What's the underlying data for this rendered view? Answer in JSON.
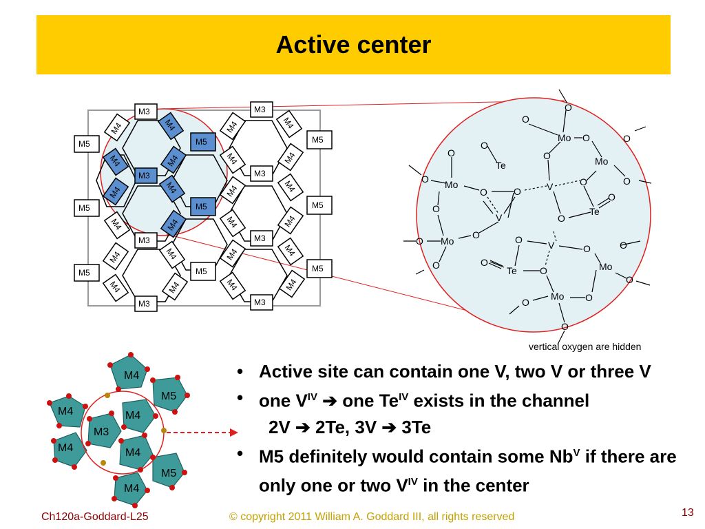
{
  "title": "Active center",
  "lattice": {
    "m3": "M3",
    "m4": "M4",
    "m5": "M5"
  },
  "atoms": {
    "mo": "Mo",
    "o": "O",
    "v": "V",
    "te": "Te"
  },
  "caption": "vertical oxygen are hidden",
  "polyhedra": [
    "M4",
    "M5",
    "M4",
    "M3",
    "M4",
    "M4",
    "M4",
    "M5",
    "M4"
  ],
  "bullets": {
    "b1": "Active site can contain one V, two V or three V",
    "b2_a": "one V",
    "b2_sup1": "IV",
    "b2_arrow": " ➔ one Te",
    "b2_sup2": "IV",
    "b2_b": " exists in the channel",
    "b2_sub": "2V ➔ 2Te, 3V ➔ 3Te",
    "b3_a": "M5 definitely would contain some Nb",
    "b3_sup1": "V",
    "b3_b": " if there are only one or two V",
    "b3_sup2": "IV",
    "b3_c": " in the center"
  },
  "footer": {
    "left": "Ch120a-Goddard-L25",
    "copyright": "© copyright 2011 William A. Goddard III, all rights reserved",
    "page": "13"
  }
}
